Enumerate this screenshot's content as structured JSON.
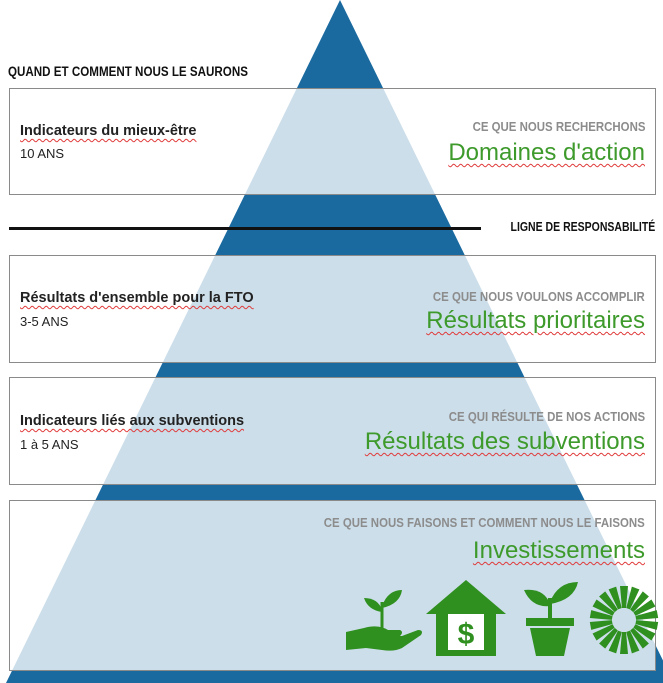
{
  "header": {
    "title": "QUAND ET COMMENT NOUS LE SAURONS"
  },
  "panels": [
    {
      "indicator": "Indicateurs du mieux-être",
      "years": "10 ANS",
      "category": "CE QUE NOUS RECHERCHONS",
      "label": "Domaines d'action"
    },
    {
      "indicator": "Résultats d'ensemble pour la FTO",
      "years": "3-5 ANS",
      "category": "CE QUE NOUS VOULONS ACCOMPLIR",
      "label": "Résultats prioritaires"
    },
    {
      "indicator": "Indicateurs liés aux subventions",
      "years": "1 à 5 ANS",
      "category": "CE QUI RÉSULTE DE NOS ACTIONS",
      "label": "Résultats des subventions"
    },
    {
      "category": "CE QUE NOUS FAISONS ET COMMENT NOUS LE FAISONS",
      "label": "Investissements"
    }
  ],
  "responsibility_line": {
    "label": "LIGNE DE RESPONSABILITÉ"
  },
  "icons": [
    "hand-seedling-icon",
    "house-dollar-icon",
    "potted-plant-icon",
    "sunburst-icon"
  ],
  "colors": {
    "pyramid_dark": "#1a6aa0",
    "pyramid_light": "#d3e4ec",
    "green": "#3d9a2b",
    "gray_label": "#8c8c8c"
  }
}
